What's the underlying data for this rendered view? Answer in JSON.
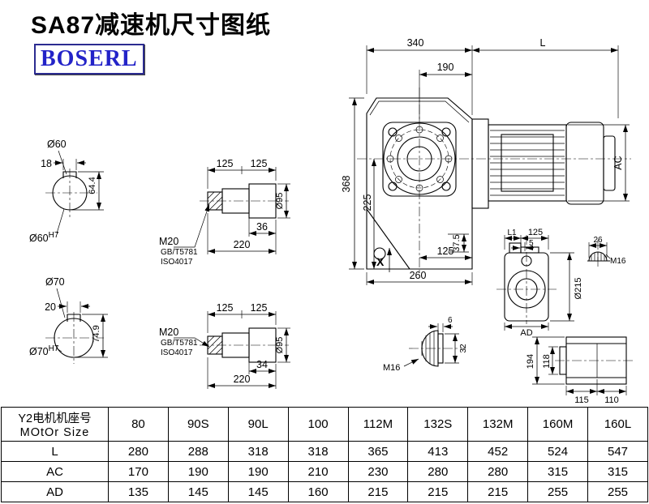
{
  "title": "SA87减速机尺寸图纸",
  "logo": "BOSERL",
  "front": {
    "width_top": "340",
    "length_L": "L",
    "d190": "190",
    "d368": "368",
    "d225": "225",
    "d37_5": "37.5",
    "d125": "125",
    "d260": "260",
    "x_mark": "X",
    "dAC": "AC"
  },
  "shaft60": {
    "label": "Ø60",
    "key_width": "18",
    "key_height": "64.4",
    "bore": "Ø60",
    "bore_tol": "H7"
  },
  "shaft70": {
    "label": "Ø70",
    "key_width": "20",
    "key_height": "74.9",
    "bore": "Ø70",
    "bore_tol": "H7"
  },
  "shaft_top": {
    "d125a": "125",
    "d125b": "125",
    "d36": "36",
    "d220": "220",
    "d95": "Ø95",
    "thread": "M20",
    "std1": "GB/T5781",
    "std2": "ISO4017"
  },
  "shaft_bottom": {
    "d125a": "125",
    "d125b": "125",
    "d34": "34",
    "d220": "220",
    "d95": "Ø95",
    "thread": "M20",
    "std1": "GB/T5781",
    "std2": "ISO4017"
  },
  "side_view": {
    "dL1": "L1",
    "d125": "125",
    "d5": "5",
    "d26": "26",
    "m16": "M16",
    "d215": "Ø215",
    "dAD": "AD"
  },
  "plug": {
    "d6": "6",
    "d32": "32",
    "m16": "M16"
  },
  "rear_view": {
    "d194": "194",
    "d118": "118",
    "d115": "115",
    "d110": "110"
  },
  "table": {
    "header_line1": "Y2电机机座号",
    "header_line2": "MOtOr Size",
    "columns": [
      "80",
      "90S",
      "90L",
      "100",
      "112M",
      "132S",
      "132M",
      "160M",
      "160L"
    ],
    "rows": [
      {
        "label": "L",
        "values": [
          "280",
          "288",
          "318",
          "318",
          "365",
          "413",
          "452",
          "524",
          "547"
        ]
      },
      {
        "label": "AC",
        "values": [
          "170",
          "190",
          "190",
          "210",
          "230",
          "280",
          "280",
          "315",
          "315"
        ]
      },
      {
        "label": "AD",
        "values": [
          "135",
          "145",
          "145",
          "160",
          "215",
          "215",
          "215",
          "255",
          "255"
        ]
      }
    ]
  },
  "colors": {
    "logo_text": "#2323c8",
    "logo_border": "#2b2b90",
    "line": "#000000"
  }
}
